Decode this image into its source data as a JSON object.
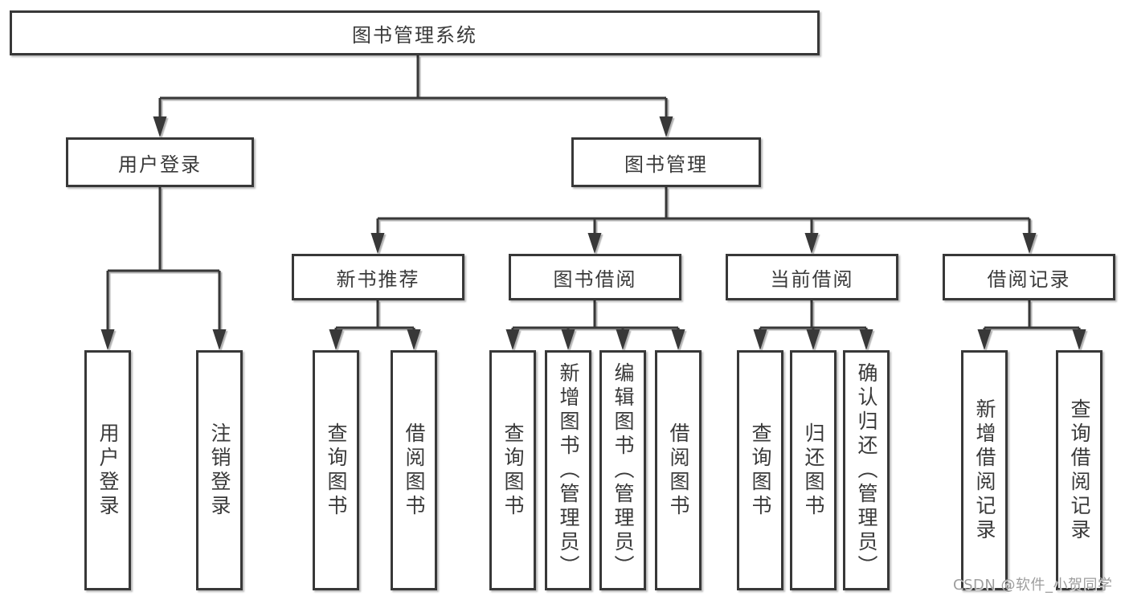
{
  "diagram": {
    "type": "hierarchy-tree",
    "tree": {
      "root": {
        "label": "图书管理系统",
        "children": [
          {
            "label": "用户登录",
            "children": [
              {
                "label": "用户登录"
              },
              {
                "label": "注销登录"
              }
            ]
          },
          {
            "label": "图书管理",
            "children": [
              {
                "label": "新书推荐",
                "children": [
                  {
                    "label": "查询图书"
                  },
                  {
                    "label": "借阅图书"
                  }
                ]
              },
              {
                "label": "图书借阅",
                "children": [
                  {
                    "label": "查询图书"
                  },
                  {
                    "label": "新增图书（管理员）"
                  },
                  {
                    "label": "编辑图书（管理员）"
                  },
                  {
                    "label": "借阅图书"
                  }
                ]
              },
              {
                "label": "当前借阅",
                "children": [
                  {
                    "label": "查询图书"
                  },
                  {
                    "label": "归还图书"
                  },
                  {
                    "label": "确认归还（管理员）"
                  }
                ]
              },
              {
                "label": "借阅记录",
                "children": [
                  {
                    "label": "新增借阅记录"
                  },
                  {
                    "label": "查询借阅记录"
                  }
                ]
              }
            ]
          }
        ]
      }
    },
    "colors": {
      "line": "#383838",
      "box_background": "#ffffff",
      "text": "#3a3a3a",
      "watermark": "#9e9e9e"
    }
  },
  "watermark": {
    "text": "CSDN @软件_小贺同学"
  }
}
